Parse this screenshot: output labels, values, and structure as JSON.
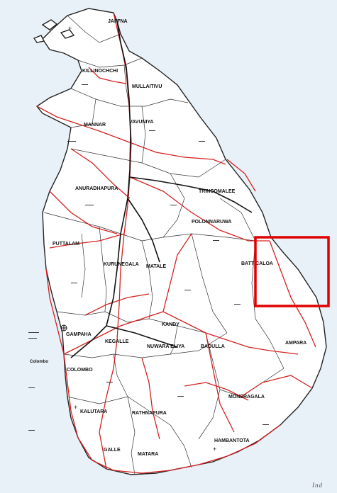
{
  "map": {
    "district_labels": [
      "JAFFNA",
      "KILLINOCHCHI",
      "MULLAITIVU",
      "MANNAR",
      "VAVUNIYA",
      "ANURADHAPURA",
      "TRINCOMALEE",
      "POLONNARUWA",
      "PUTTALAM",
      "KURUNEGALA",
      "MATALE",
      "BATTICALOA",
      "KANDY",
      "GAMPAHA",
      "KEGALLE",
      "NUWARA ELIYA",
      "BADULLA",
      "AMPARA",
      "Colombo",
      "COLOMBO",
      "MONERAGALA",
      "KALUTARA",
      "RATHNAPURA",
      "HAMBANTOTA",
      "GALLE",
      "MATARA"
    ],
    "footer_text": "Ind",
    "highlight_color": "#e00000",
    "road_color": "#d62020",
    "background_color": "#e9f1f8"
  }
}
